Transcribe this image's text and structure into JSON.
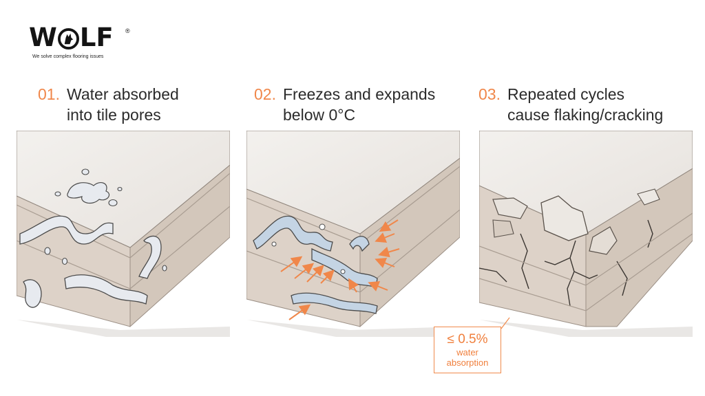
{
  "brand": {
    "logo_text": "WOLF",
    "registered_mark": "®",
    "tagline": "We solve complex flooring issues"
  },
  "steps": [
    {
      "number": "01.",
      "line1": "Water absorbed",
      "line2": "into tile pores"
    },
    {
      "number": "02.",
      "line1": "Freezes and expands",
      "line2": "below 0°C"
    },
    {
      "number": "03.",
      "line1": "Repeated cycles",
      "line2": "cause flaking/cracking"
    }
  ],
  "badge": {
    "value": "≤ 0.5%",
    "label_line1": "water",
    "label_line2": "absorption"
  },
  "colors": {
    "accent": "#f0874a",
    "text": "#2b2b2b",
    "tile_top": "#efece8",
    "tile_side": "#ddd2c8",
    "tile_side_dark": "#cdbfb2",
    "water": "#dfe4ea",
    "ice": "#b7cbe0"
  }
}
